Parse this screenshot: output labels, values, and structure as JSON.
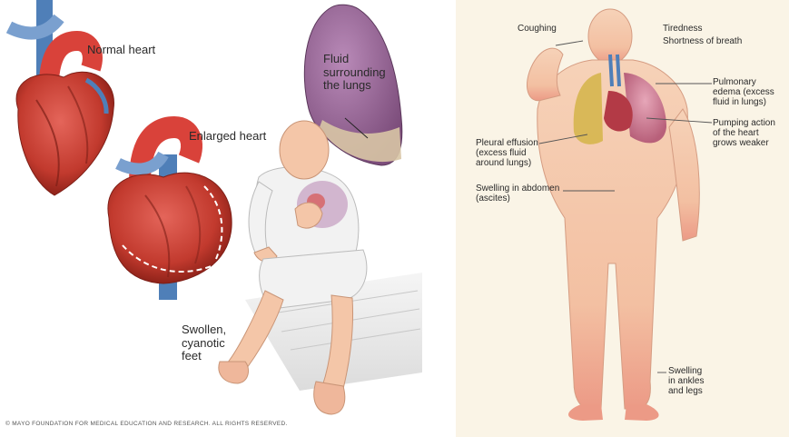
{
  "left": {
    "normal_heart": "Normal heart",
    "enlarged_heart": "Enlarged heart",
    "fluid": [
      "Fluid",
      "surrounding",
      "the lungs"
    ],
    "feet": [
      "Swollen,",
      "cyanotic",
      "feet"
    ],
    "copyright": "© MAYO FOUNDATION FOR MEDICAL EDUCATION AND RESEARCH. ALL RIGHTS RESERVED."
  },
  "right": {
    "coughing": "Coughing",
    "tiredness": "Tiredness",
    "shortness": "Shortness of breath",
    "pulmonary": [
      "Pulmonary",
      "edema (excess",
      "fluid in lungs)"
    ],
    "pumping": [
      "Pumping action",
      "of the heart",
      "grows weaker"
    ],
    "pleural": [
      "Pleural effusion",
      "(excess fluid",
      "around lungs)"
    ],
    "abdomen": [
      "Swelling in abdomen",
      "(ascites)"
    ],
    "ankles": [
      "Swelling",
      "in ankles",
      "and legs"
    ]
  },
  "colors": {
    "heart": "#c23a2e",
    "vessel_red": "#d9423a",
    "vessel_blue": "#4f7fb8",
    "lung_purple": "#9c6a9a",
    "skin": "#f4c6a8",
    "shirt": "#f2f2f2",
    "right_bg": "#faf4e6"
  }
}
